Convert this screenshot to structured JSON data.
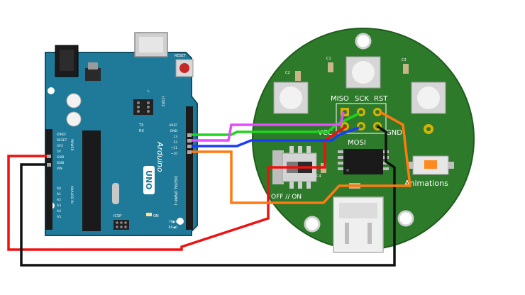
{
  "arduino": {
    "brand": "Arduino",
    "model": "UNO",
    "reset_label": "RESET",
    "icsp_top": "ICSP2",
    "icsp_bottom": "ICSP",
    "tx": "TX",
    "rx": "RX",
    "l": "L",
    "on": "ON",
    "aref": "AREF",
    "gnd_top": "GND",
    "pin13": "13",
    "pin12": "12",
    "pin11": "~11",
    "pin10": "~10",
    "digital": "DIGITAL (PWM~)",
    "txd": "TX▶1",
    "rxd": "RX◀0",
    "ioref": "IOREF",
    "reset": "RESET",
    "v33": "3V3",
    "v5": "5V",
    "gnd1": "GND",
    "gnd2": "GND",
    "vin": "VIN",
    "power": "POWER",
    "analog": "ANALOG IN",
    "a0": "A0",
    "a1": "A1",
    "a2": "A2",
    "a3": "A3",
    "a4": "A4",
    "a5": "A5"
  },
  "pcb": {
    "miso": "MISO",
    "sck": "SCK",
    "rst": "RST",
    "vcc": "VCC",
    "mosi": "MOSI",
    "gnd": "GND",
    "off_on": "OFF // ON",
    "animations": "Animations",
    "c1": "C1",
    "c2": "C2",
    "c3": "C3",
    "c4": "C4"
  },
  "colors": {
    "arduino_board": "#1f7a99",
    "pcb_board": "#2d7a2a",
    "wire_red": "#ee1111",
    "wire_black": "#111111",
    "wire_orange": "#ff7a10",
    "wire_blue": "#1a3bff",
    "wire_green": "#1fd41f",
    "wire_magenta": "#e64bff"
  }
}
